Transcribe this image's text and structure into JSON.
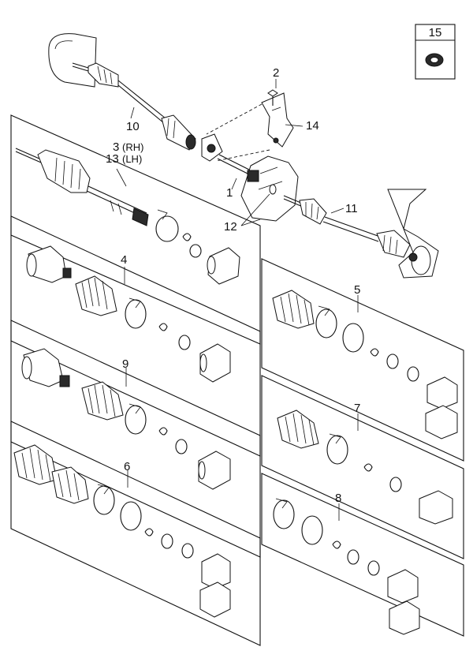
{
  "callouts": {
    "c1": "1",
    "c2": "2",
    "c3": "3",
    "c3_suffix": "(RH)",
    "c4": "4",
    "c5": "5",
    "c6": "6",
    "c7": "7",
    "c8": "8",
    "c9": "9",
    "c10": "10",
    "c11": "11",
    "c12": "12",
    "c13": "13",
    "c13_suffix": "(LH)",
    "c14": "14",
    "c15": "15"
  }
}
